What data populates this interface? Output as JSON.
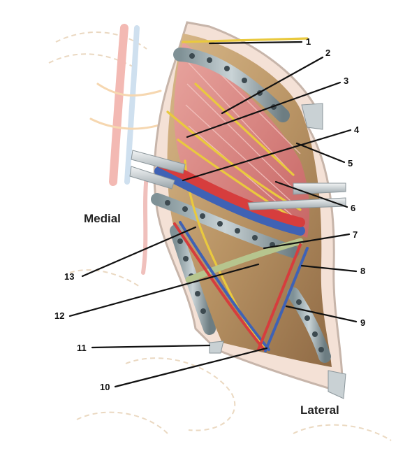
{
  "labels": {
    "medial": "Medial",
    "lateral": "Lateral"
  },
  "callouts": [
    "1",
    "2",
    "3",
    "4",
    "5",
    "6",
    "7",
    "8",
    "9",
    "10",
    "11",
    "12",
    "13"
  ]
}
